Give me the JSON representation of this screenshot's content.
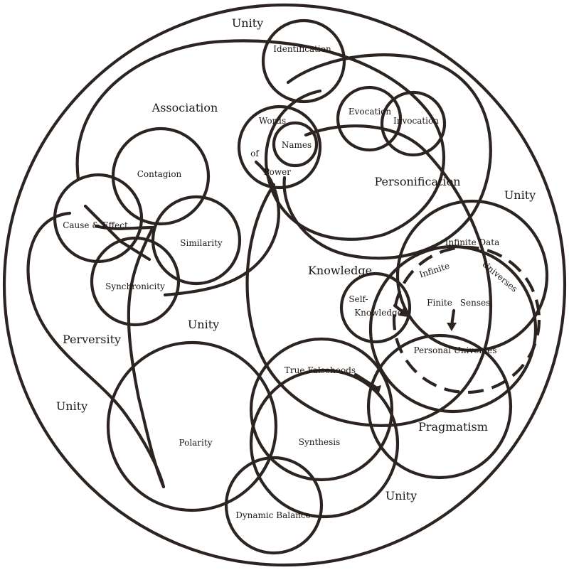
{
  "diagram": {
    "labels": {
      "unity_top": "Unity",
      "identification": "Identification",
      "association": "Association",
      "words": "Words",
      "of": "of",
      "names": "Names",
      "power": "Power",
      "evocation": "Evocation",
      "invocation": "Invocation",
      "contagion": "Contagion",
      "personification": "Personification",
      "unity_right": "Unity",
      "cause_effect": "Cause & Effect",
      "similarity": "Similarity",
      "infinite_data": "Infinite Data",
      "knowledge": "Knowledge",
      "infinite": "Infinite",
      "universes": "Universes",
      "synchronicity": "Synchronicity",
      "self": "Self-",
      "knowledge_word": "Knowledge",
      "finite": "Finite",
      "senses": "Senses",
      "unity_center": "Unity",
      "perversity": "Perversity",
      "personal_universes": "Personal Universes",
      "true_falsehoods": "True Falsehoods",
      "unity_left": "Unity",
      "pragmatism": "Pragmatism",
      "polarity": "Polarity",
      "synthesis": "Synthesis",
      "unity_bottom": "Unity",
      "dynamic_balance": "Dynamic Balance"
    }
  }
}
